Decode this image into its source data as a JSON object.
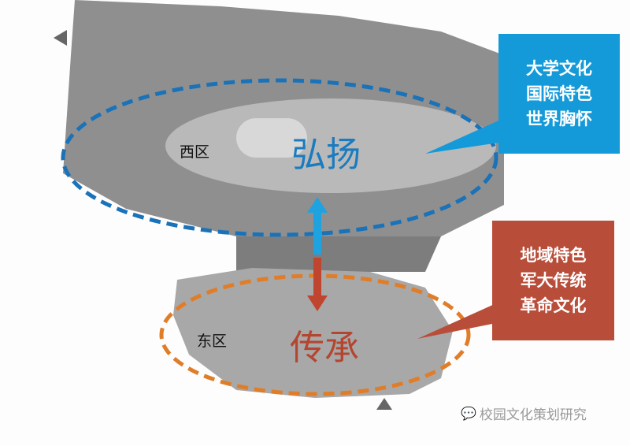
{
  "west": {
    "zone_label": "西区",
    "theme": "弘扬",
    "color": "#1a7bbf",
    "notes": [
      "大学文化",
      "国际特色",
      "世界胸怀"
    ],
    "box_color": "#149ad8"
  },
  "east": {
    "zone_label": "东区",
    "theme": "传承",
    "color": "#b4452f",
    "notes": [
      "地域特色",
      "军大传统",
      "革命文化"
    ],
    "box_color": "#b84d3a",
    "ellipse_color": "#e07d28"
  },
  "watermark": {
    "text": "校园文化策划研究",
    "icon": "wechat-icon"
  }
}
